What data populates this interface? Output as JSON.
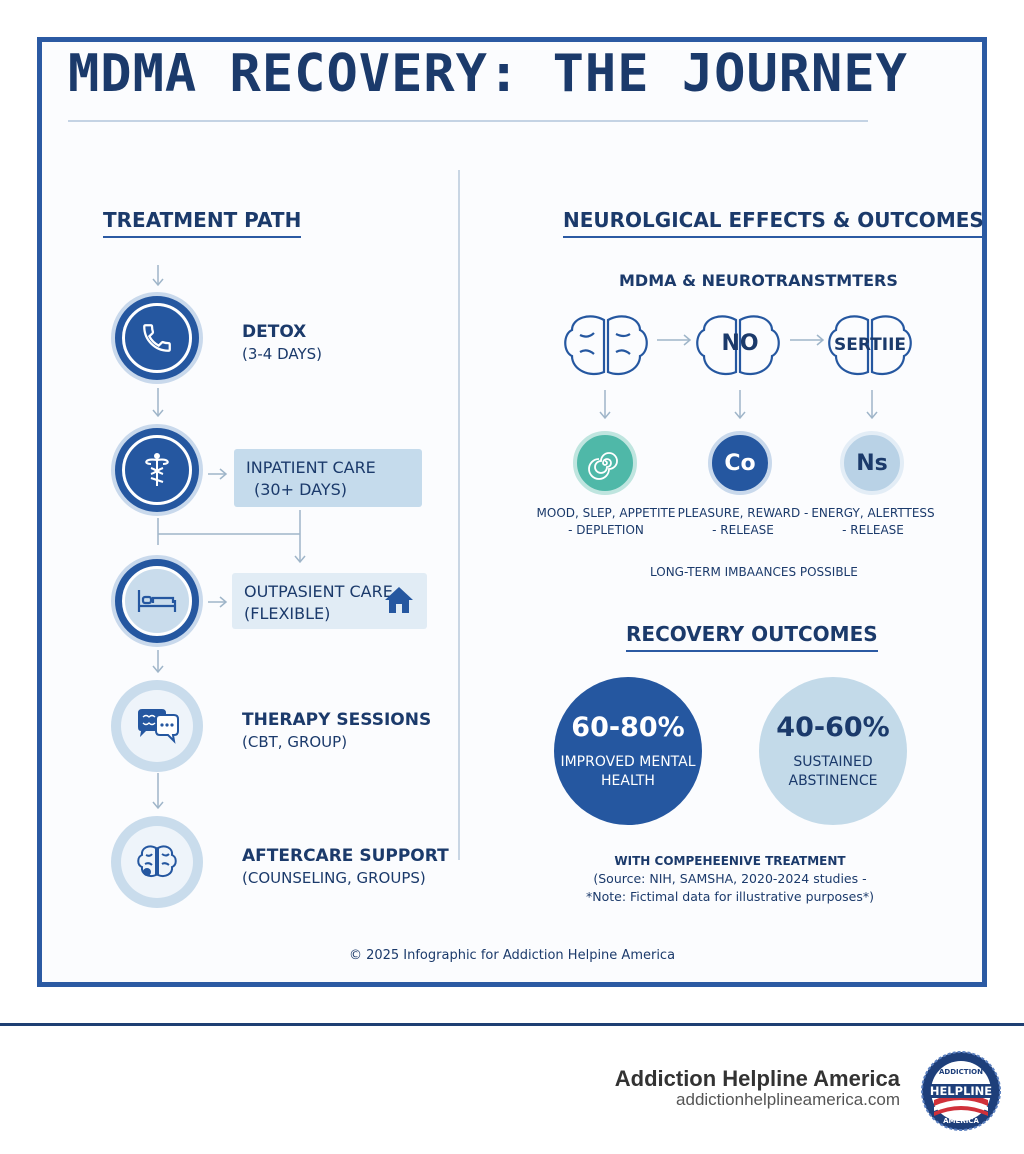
{
  "title": "MDMA RECOVERY: THE JOURNEY",
  "treatment": {
    "heading": "TREATMENT PATH",
    "steps": [
      {
        "title": "DETOX",
        "sub": "(3-4 DAYS)",
        "icon": "phone-icon"
      },
      {
        "title": "INPATIENT CARE",
        "sub": "(30+ DAYS)",
        "icon": "caduceus-icon"
      },
      {
        "title": "OUTPASIENT CARE",
        "sub": "(FLEXIBLE)",
        "icon": "bed-icon"
      },
      {
        "title": "THERAPY SESSIONS",
        "sub": "(CBT, GROUP)",
        "icon": "chat-bubbles-icon"
      },
      {
        "title": "AFTERCARE SUPPORT",
        "sub": "(COUNSELING, GROUPS)",
        "icon": "brain-icon"
      }
    ]
  },
  "neuro": {
    "heading": "NEUROLGICAL EFFECTS & OUTCOMES",
    "subheading": "MDMA & NEUROTRANSTMTERS",
    "brains": [
      {
        "label": ""
      },
      {
        "label": "NO"
      },
      {
        "label": "SERTIIE"
      }
    ],
    "transmitters": [
      {
        "symbol": "",
        "caption_line1": "MOOD, SLEP, APPETITE",
        "caption_line2": "- DEPLETION",
        "icon": "spiral-icon"
      },
      {
        "symbol": "Co",
        "caption_line1": "PLEASURE, REWARD -",
        "caption_line2": "- RELEASE"
      },
      {
        "symbol": "Ns",
        "caption_line1": "ENERGY, ALERTTESS",
        "caption_line2": "- RELEASE"
      }
    ],
    "note": "LONG-TERM IMBAANCES POSSIBLE"
  },
  "outcomes": {
    "heading": "RECOVERY OUTCOMES",
    "stats": [
      {
        "value": "60-80%",
        "label_line1": "IMPROVED MENTAL",
        "label_line2": "HEALTH"
      },
      {
        "value": "40-60%",
        "label_line1": "SUSTAINED",
        "label_line2": "ABSTINENCE"
      }
    ],
    "source_line1": "WITH COMPEHEENIVE TREATMENT",
    "source_line2": "(Source: NIH, SAMSHA, 2020-2024 studies -",
    "source_line3": "*Note: Fictimal data for illustrative purposes*)"
  },
  "copyright": "© 2025 Infographic for Addiction Helpine America",
  "footer": {
    "brand": "Addiction Helpline America",
    "url": "addictionhelplineamerica.com",
    "logo_top": "ADDICTION",
    "logo_mid": "HELPLINE",
    "logo_bottom": "AMERICA"
  },
  "colors": {
    "primary": "#2557a0",
    "navy": "#1b3a6b",
    "light_blue": "#c9dcec",
    "teal": "#4fb8a8"
  }
}
